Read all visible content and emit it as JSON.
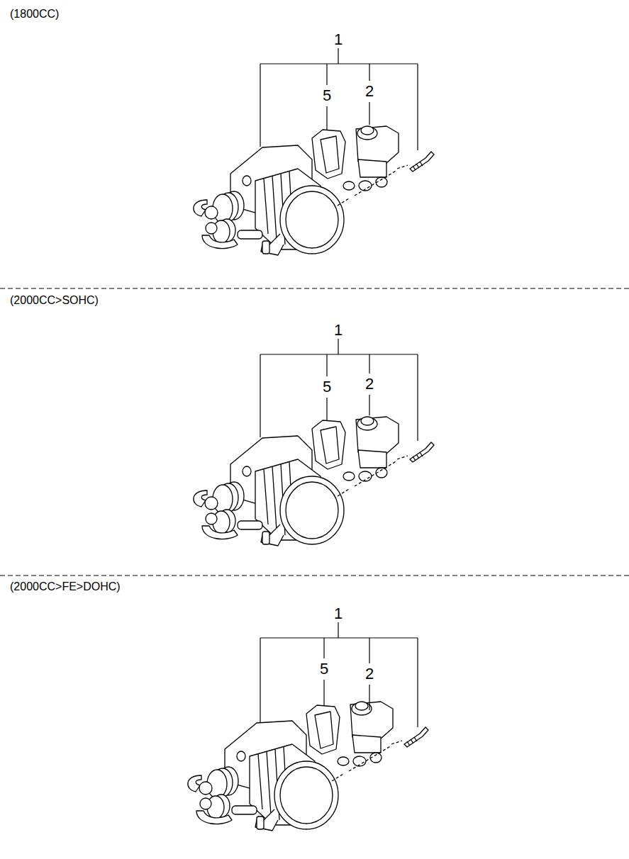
{
  "diagram": {
    "labels": [
      "(1800CC)",
      "1",
      "5",
      "2",
      "(2000CC>SOHC)",
      "1",
      "5",
      "2",
      "(2000CC>FE>DOHC)",
      "1",
      "5",
      "2"
    ]
  }
}
